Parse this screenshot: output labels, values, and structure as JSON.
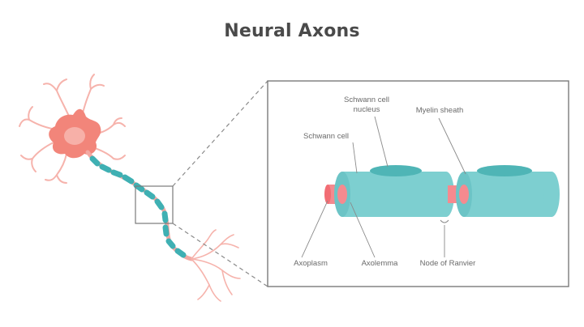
{
  "title": "Neural Axons",
  "labels": {
    "schwann_cell_nucleus_line1": "Schwann cell",
    "schwann_cell_nucleus_line2": "nucleus",
    "myelin_sheath": "Myelin sheath",
    "schwann_cell": "Schwann cell",
    "axoplasm": "Axoplasm",
    "axolemma": "Axolemma",
    "node_of_ranvier": "Node of Ranvier"
  },
  "colors": {
    "soma": "#f2857a",
    "nucleus": "#f7b0a8",
    "myelin": "#7dcfd0",
    "myelin_dark": "#4fb5b6",
    "axon_core": "#f58a8f",
    "axon_segment": "#3fb0b3",
    "frame": "#7a7a7a",
    "leader": "#8a8a8a"
  }
}
